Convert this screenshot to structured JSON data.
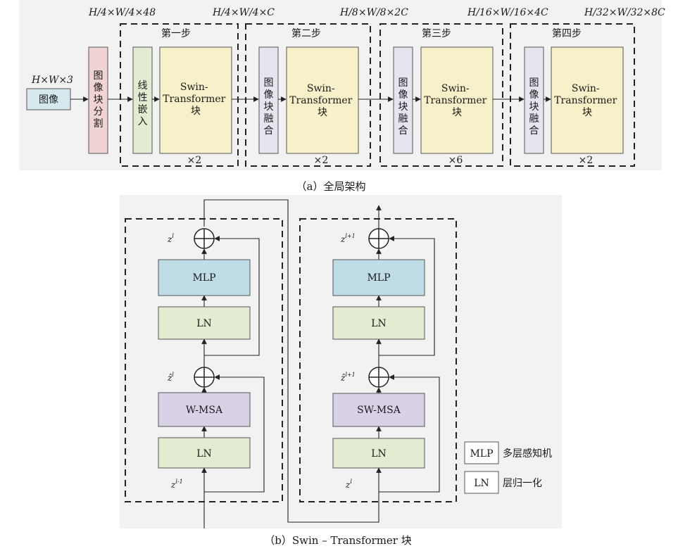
{
  "part_a": {
    "input_dim": "H×W×3",
    "input_label": "图像",
    "patch_partition": "图像块分割",
    "dim_after_partition": "H/4×W/4×48",
    "stages": [
      {
        "title": "第一步",
        "dim": "H/4×W/4×C",
        "first_block": "线性嵌入",
        "repeat": "×2"
      },
      {
        "title": "第二步",
        "dim": "H/8×W/8×2C",
        "first_block": "图像块融合",
        "repeat": "×2"
      },
      {
        "title": "第三步",
        "dim": "H/16×W/16×4C",
        "first_block": "图像块融合",
        "repeat": "×6"
      },
      {
        "title": "第四步",
        "dim": "H/32×W/32×8C",
        "first_block": "图像块融合",
        "repeat": "×2"
      }
    ],
    "swin_block_line1": "Swin-",
    "swin_block_line2": "Transformer",
    "swin_block_line3": "块",
    "caption": "（a）全局架构"
  },
  "part_b": {
    "left_block": {
      "input_label": "z",
      "input_sup": "l-1",
      "mid_label": "ẑ",
      "mid_sup": "l",
      "out_label": "z",
      "out_sup": "l",
      "ln_bottom": "LN",
      "attn": "W-MSA",
      "ln_top": "LN",
      "mlp": "MLP"
    },
    "right_block": {
      "input_label": "z",
      "input_sup": "l",
      "mid_label": "ẑ",
      "mid_sup": "l+1",
      "out_label": "z",
      "out_sup": "l+1",
      "ln_bottom": "LN",
      "attn": "SW-MSA",
      "ln_top": "LN",
      "mlp": "MLP"
    },
    "legend": [
      {
        "key": "MLP",
        "desc": "多层感知机"
      },
      {
        "key": "LN",
        "desc": "层归一化"
      }
    ],
    "caption": "（b）Swin – Transformer 块"
  },
  "colors": {
    "panel_bg": "#f2f2f2",
    "pink": "#f0d3d3",
    "green": "#e2ecd0",
    "yellow": "#f8f0c8",
    "lavender": "#e6e4ee",
    "input_blue": "#d5e8ee",
    "mlp_blue": "#bfdde6",
    "msa_purple": "#d9d2e6"
  }
}
